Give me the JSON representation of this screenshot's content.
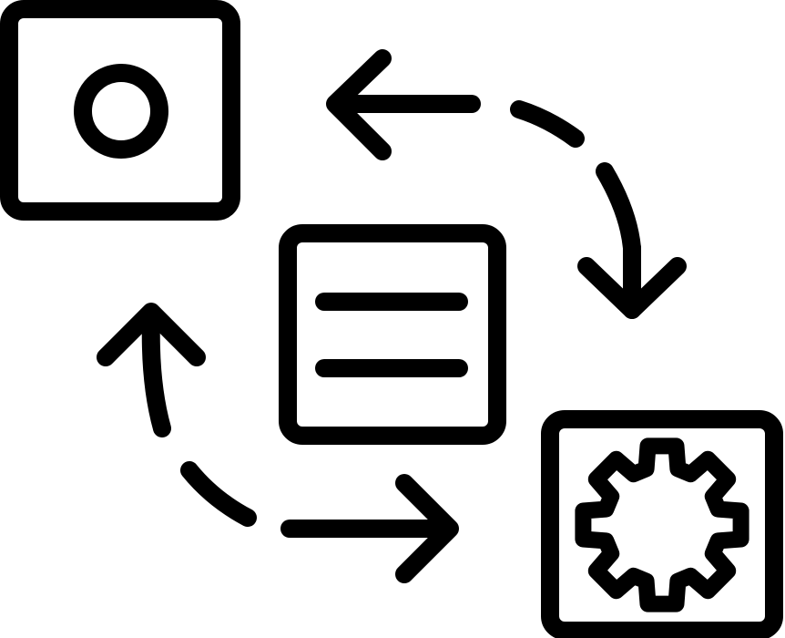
{
  "diagram": {
    "style": "black line-art icon",
    "colors": {
      "ink": "#000000",
      "background": "#ffffff"
    },
    "nodes": [
      {
        "id": "top-left-box",
        "icon": "circle-icon"
      },
      {
        "id": "center-box",
        "icon": "document-lines-icon"
      },
      {
        "id": "bottom-right-box",
        "icon": "gear-icon"
      }
    ],
    "connectors": [
      {
        "id": "arrow-to-top-left",
        "direction": "left",
        "style": "solid"
      },
      {
        "id": "curve-top-right",
        "style": "dashed"
      },
      {
        "id": "arrow-down-right",
        "direction": "down",
        "style": "solid"
      },
      {
        "id": "arrow-up-left",
        "direction": "up",
        "style": "solid"
      },
      {
        "id": "curve-bottom-left",
        "style": "dashed"
      },
      {
        "id": "arrow-to-bottom-right",
        "direction": "right",
        "style": "solid"
      }
    ]
  }
}
